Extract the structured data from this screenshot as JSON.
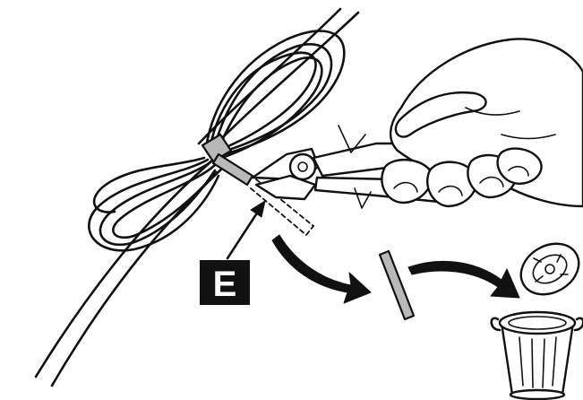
{
  "diagram": {
    "callout": {
      "label": "E",
      "box_color": "#111111",
      "text_color": "#ffffff"
    },
    "colors": {
      "ink": "#111111",
      "background": "#ffffff",
      "zip_tie": "#b9b9b9"
    },
    "icons": [
      "coiled-cable",
      "zip-tie",
      "cutting-pliers",
      "hand",
      "cut-zip-tie-tail",
      "trash-can",
      "curved-arrow"
    ]
  }
}
